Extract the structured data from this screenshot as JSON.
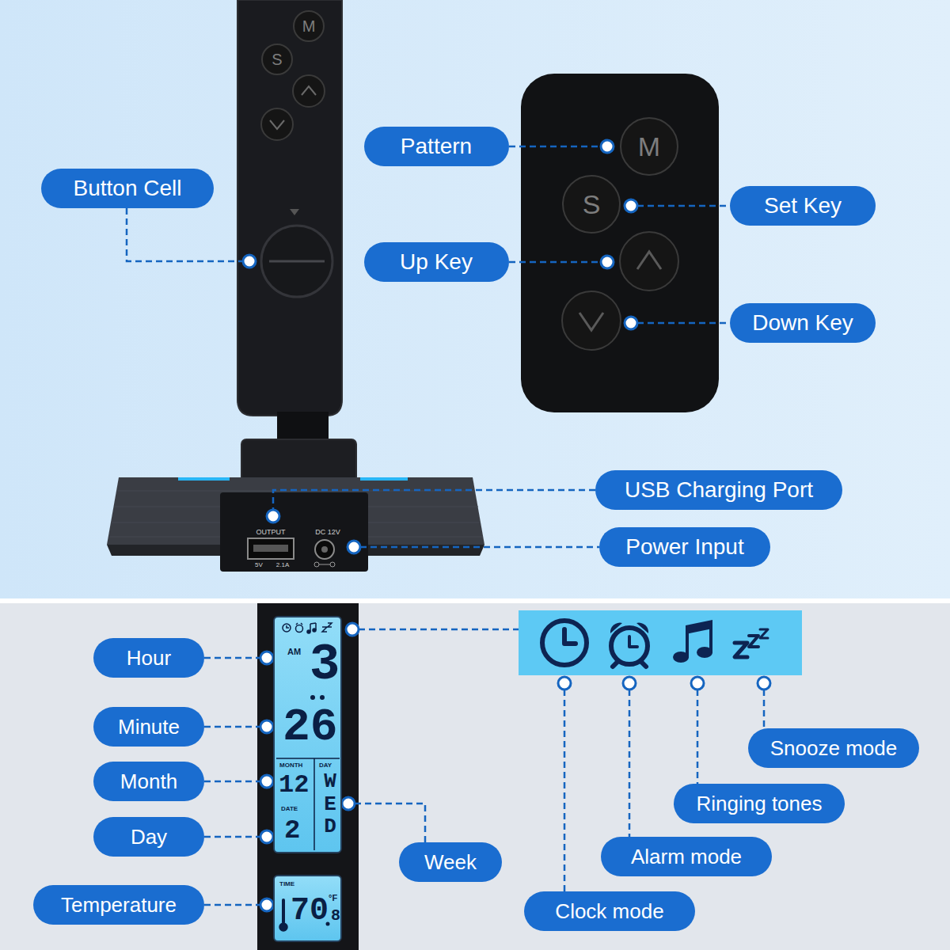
{
  "diagram": {
    "nodes": [
      {
        "text": [
          "M"
        ]
      },
      {
        "text": [
          "S"
        ]
      },
      {
        "text": [
          "Pattern"
        ]
      },
      {
        "text": [
          "M"
        ]
      },
      {
        "text": [
          "Button Cell"
        ]
      },
      {
        "text": [
          "S"
        ]
      },
      {
        "text": [
          "Set Key"
        ]
      },
      {
        "text": [
          "Up Key"
        ]
      },
      {
        "text": [
          "Down Key"
        ]
      },
      {
        "text": [
          "USB Charging Port"
        ]
      },
      {
        "text": [
          "Power Input"
        ]
      },
      {
        "text": [
          "AM",
          "3",
          "26",
          "MONTH",
          "DAY",
          "12",
          "WED",
          "DATE",
          "2"
        ]
      },
      {
        "text": [
          "Hour"
        ]
      },
      {
        "text": [
          "Minute"
        ]
      },
      {
        "text": [
          "Snooze mode"
        ]
      },
      {
        "text": [
          "Month"
        ]
      },
      {
        "text": [
          "Ringing tones"
        ]
      },
      {
        "text": [
          "Day"
        ]
      },
      {
        "text": [
          "Alarm mode"
        ]
      },
      {
        "text": [
          "Week"
        ]
      },
      {
        "text": [
          "TIME",
          "70",
          "°F",
          "8"
        ]
      },
      {
        "text": [
          "Temperature"
        ]
      },
      {
        "text": [
          "Clock mode"
        ]
      }
    ],
    "labels": [
      "OUTPUT",
      "5V",
      "2.1A",
      "DC 12V"
    ]
  }
}
